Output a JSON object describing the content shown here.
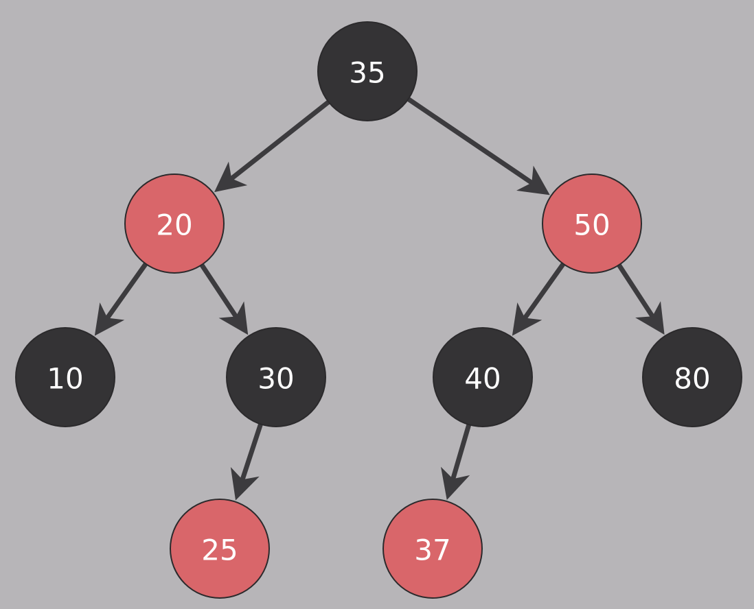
{
  "tree": {
    "colors": {
      "black": "#343335",
      "red": "#d9666a",
      "edge": "#3c3b3e",
      "background": "#b7b5b8"
    },
    "nodes": [
      {
        "id": "n35",
        "value": "35",
        "color": "black"
      },
      {
        "id": "n20",
        "value": "20",
        "color": "red"
      },
      {
        "id": "n50",
        "value": "50",
        "color": "red"
      },
      {
        "id": "n10",
        "value": "10",
        "color": "black"
      },
      {
        "id": "n30",
        "value": "30",
        "color": "black"
      },
      {
        "id": "n40",
        "value": "40",
        "color": "black"
      },
      {
        "id": "n80",
        "value": "80",
        "color": "black"
      },
      {
        "id": "n25",
        "value": "25",
        "color": "red"
      },
      {
        "id": "n37",
        "value": "37",
        "color": "red"
      }
    ],
    "edges": [
      {
        "from": "n35",
        "to": "n20"
      },
      {
        "from": "n35",
        "to": "n50"
      },
      {
        "from": "n20",
        "to": "n10"
      },
      {
        "from": "n20",
        "to": "n30"
      },
      {
        "from": "n50",
        "to": "n40"
      },
      {
        "from": "n50",
        "to": "n80"
      },
      {
        "from": "n30",
        "to": "n25"
      },
      {
        "from": "n40",
        "to": "n37"
      }
    ]
  }
}
